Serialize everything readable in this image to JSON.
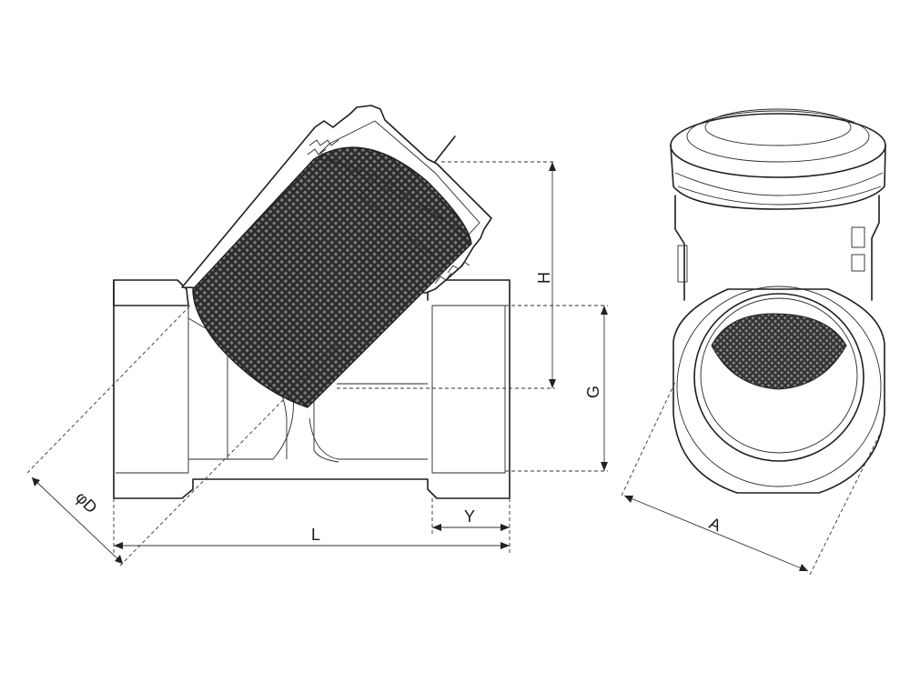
{
  "dimensions": {
    "H": "H",
    "G": "G",
    "L": "L",
    "Y": "Y",
    "D": "φD",
    "A": "A"
  }
}
